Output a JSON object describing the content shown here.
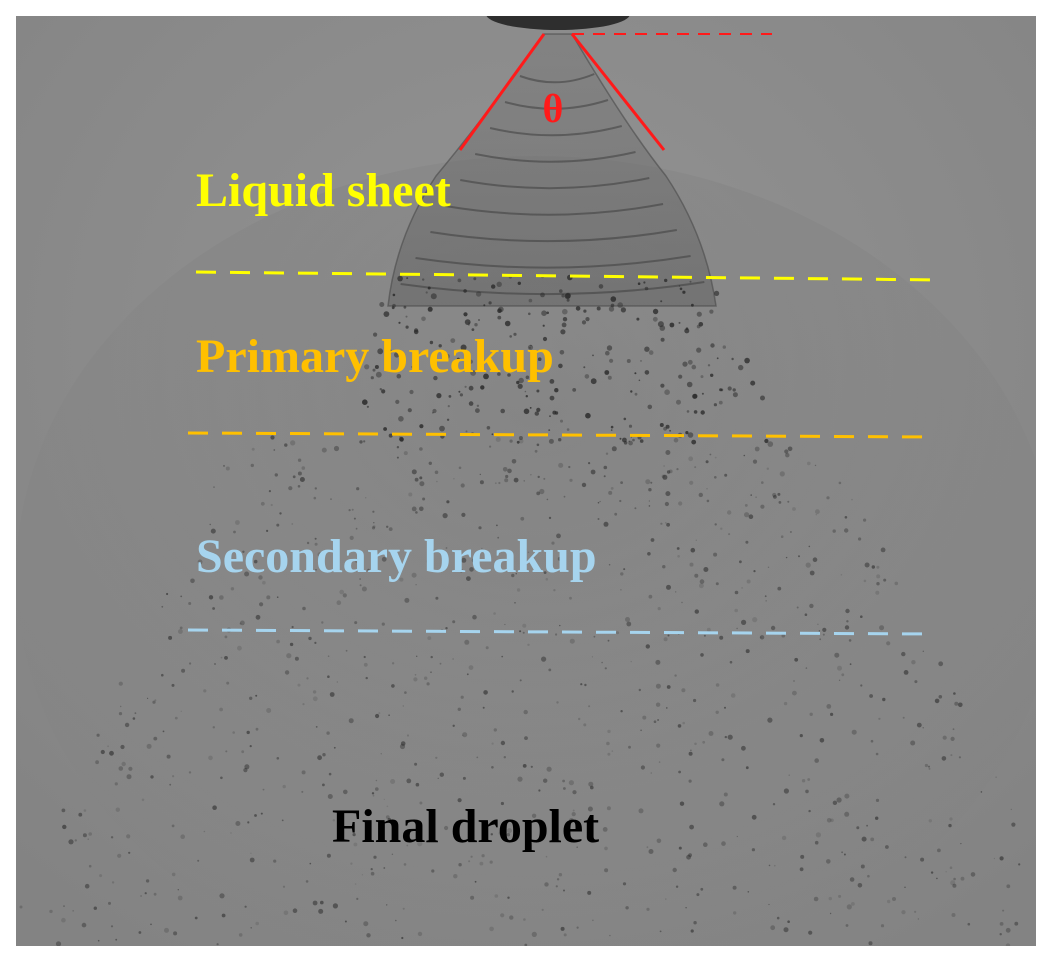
{
  "figure": {
    "angle_symbol": "θ",
    "regions": [
      {
        "label": "Liquid sheet",
        "color": "#ffff00"
      },
      {
        "label": "Primary breakup",
        "color": "#ffc000"
      },
      {
        "label": "Secondary breakup",
        "color": "#a6d4ee"
      },
      {
        "label": "Final droplet",
        "color": "#000000"
      }
    ],
    "angle_marker_color": "#ff0000",
    "background_color": "#8c8c8c"
  }
}
